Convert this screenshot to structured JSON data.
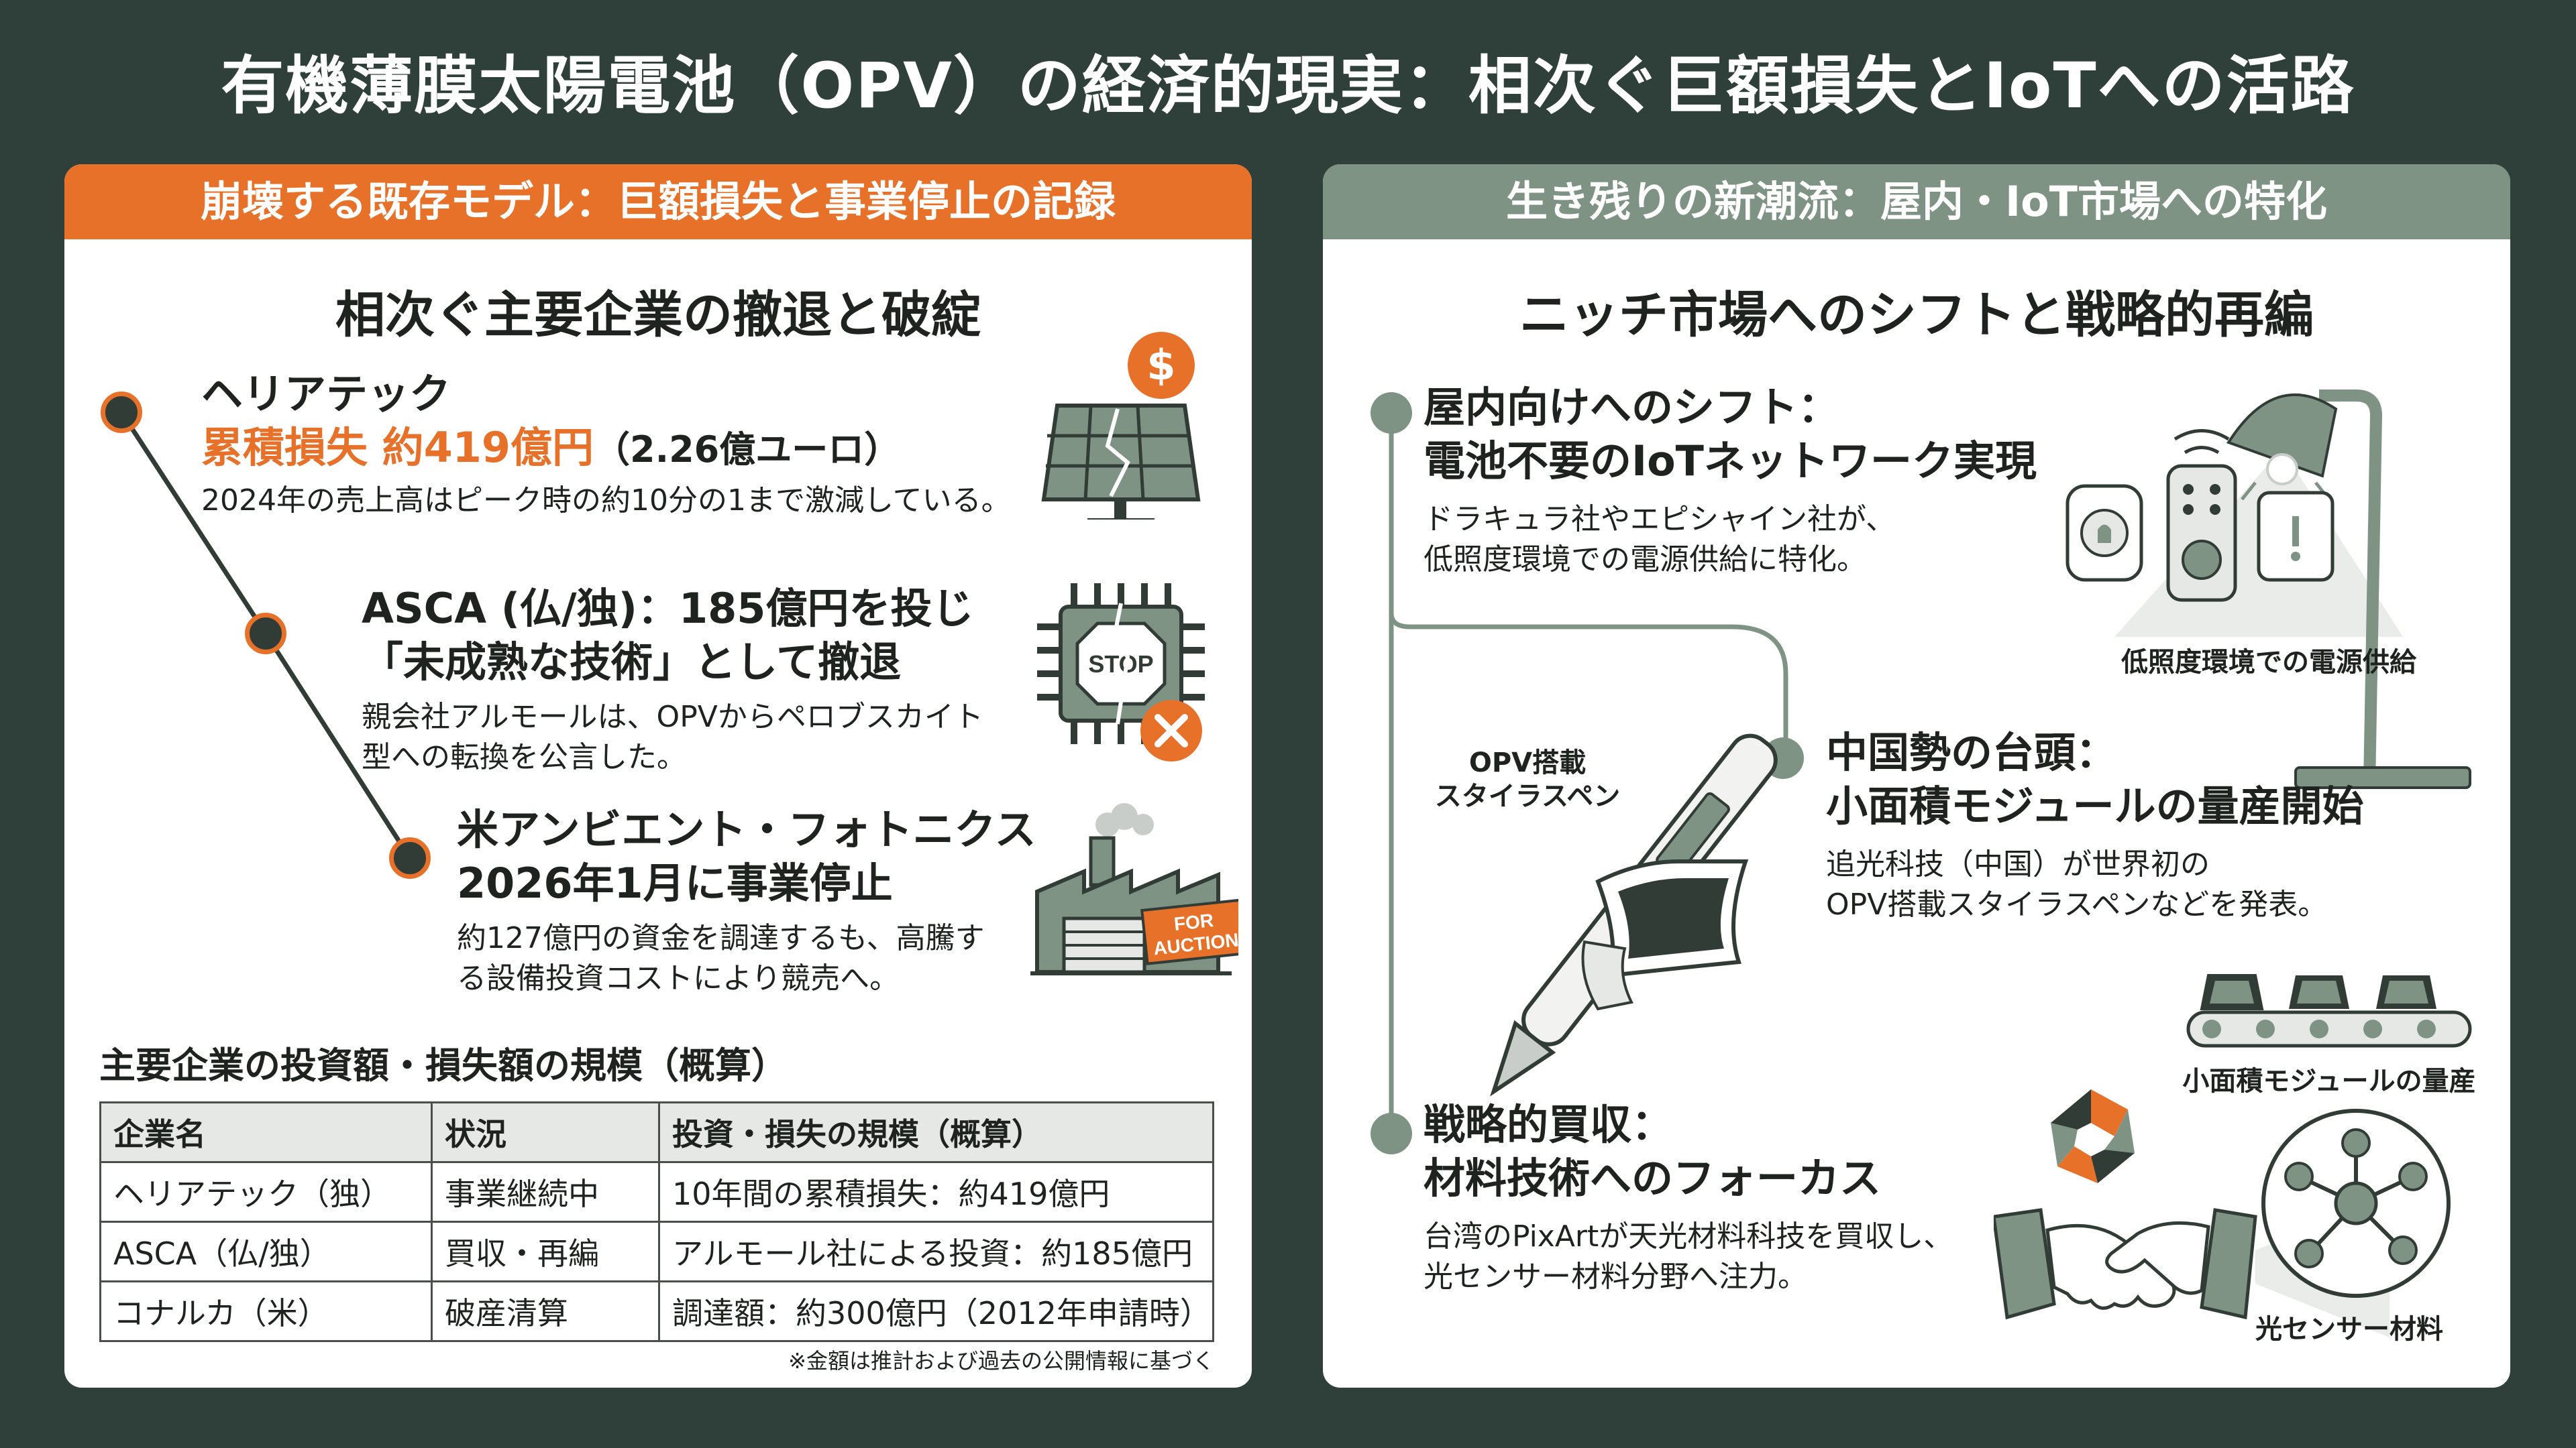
{
  "title": "有機薄膜太陽電池（OPV）の経済的現実：相次ぐ巨額損失とIoTへの活路",
  "left": {
    "header": "崩壊する既存モデル：巨額損失と事業停止の記録",
    "subtitle": "相次ぐ主要企業の撤退と破綻",
    "items": [
      {
        "name": "ヘリアテック",
        "highlight": "累積損失 約419億円",
        "highlight_note": "（2.26億ユーロ）",
        "desc": "2024年の売上高はピーク時の約10分の1まで激減している。"
      },
      {
        "line1": "ASCA (仏/独)：185億円を投じ",
        "line2": "「未成熟な技術」として撤退",
        "desc1": "親会社アルモールは、OPVからペロブスカイト",
        "desc2": "型への転換を公言した。"
      },
      {
        "line1": "米アンビエント・フォトニクス",
        "line2": "2026年1月に事業停止",
        "desc1": "約127億円の資金を調達するも、高騰す",
        "desc2": "る設備投資コストにより競売へ。"
      }
    ],
    "icons": [
      "solar-panel-icon",
      "dollar-icon",
      "chip-stop-icon",
      "close-icon",
      "factory-auction-icon"
    ],
    "stop_text": "STOP",
    "auction_line1": "FOR",
    "auction_line2": "AUCTION",
    "dollar_text": "$",
    "table_title": "主要企業の投資額・損失額の規模（概算）",
    "table": {
      "headers": [
        "企業名",
        "状況",
        "投資・損失の規模（概算）"
      ],
      "rows": [
        [
          "ヘリアテック（独）",
          "事業継続中",
          "10年間の累積損失：約419億円"
        ],
        [
          "ASCA（仏/独）",
          "買収・再編",
          "アルモール社による投資：約185億円"
        ],
        [
          "コナルカ（米）",
          "破産清算",
          "調達額：約300億円（2012年申請時）"
        ]
      ]
    },
    "footnote": "※金額は推計および過去の公開情報に基づく"
  },
  "right": {
    "header": "生き残りの新潮流：屋内・IoT市場への特化",
    "subtitle": "ニッチ市場へのシフトと戦略的再編",
    "items": [
      {
        "line1": "屋内向けへのシフト：",
        "line2": "電池不要のIoTネットワーク実現",
        "desc1": "ドラキュラ社やエピシャイン社が、",
        "desc2": "低照度環境での電源供給に特化。"
      },
      {
        "line1": "中国勢の台頭：",
        "line2": "小面積モジュールの量産開始",
        "desc1": "追光科技（中国）が世界初の",
        "desc2": "OPV搭載スタイラスペンなどを発表。"
      },
      {
        "line1": "戦略的買収：",
        "line2": "材料技術へのフォーカス",
        "desc1": "台湾のPixArtが天光材料科技を買収し、",
        "desc2": "光センサー材料分野へ注力。"
      }
    ],
    "captions": {
      "lamp": "低照度環境での電源供給",
      "stylus1": "OPV搭載",
      "stylus2": "スタイラスペン",
      "conveyor": "小面積モジュールの量産",
      "sensor": "光センサー材料"
    },
    "icons": [
      "desk-lamp-icon",
      "iot-device-icon",
      "stylus-pen-icon",
      "opv-film-icon",
      "conveyor-icon",
      "handshake-icon",
      "molecule-icon",
      "logo-icon"
    ]
  },
  "colors": {
    "background": "#2f3f39",
    "accent_orange": "#e8712a",
    "accent_green": "#7f9385",
    "dark": "#313c36"
  }
}
